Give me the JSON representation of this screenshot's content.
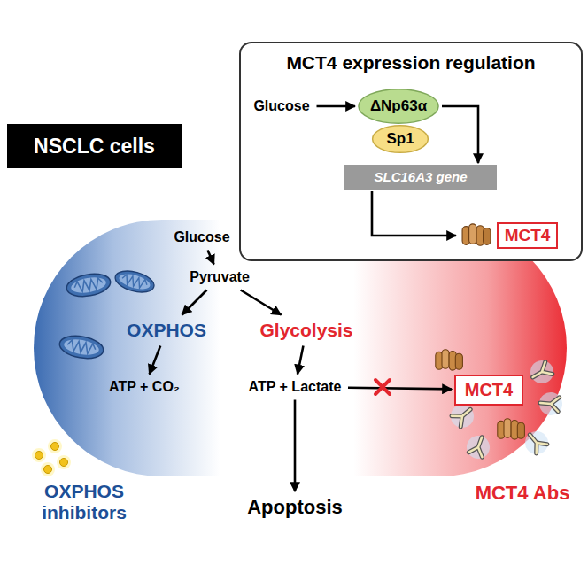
{
  "diagram": {
    "nodes": [
      {
        "text": [
          "NSCLC cells"
        ]
      },
      {
        "text": [
          "MCT4 expression regulation"
        ]
      },
      {
        "text": [
          "Glucose"
        ],
        "in": 1
      },
      {
        "text": [
          "ΔNp63α"
        ],
        "in": 1
      },
      {
        "text": [
          "Sp1"
        ],
        "in": 1
      },
      {
        "text": [
          "SLC16A3 gene"
        ],
        "in": 1
      },
      {
        "text": [
          "MCT4"
        ],
        "in": 1
      },
      {
        "text": [
          "Glucose"
        ]
      },
      {
        "text": [
          "Pyruvate"
        ]
      },
      {
        "text": [
          "OXPHOS"
        ]
      },
      {
        "text": [
          "Glycolysis"
        ]
      },
      {
        "text": [
          "ATP + CO₂"
        ]
      },
      {
        "text": [
          "ATP + Lactate"
        ]
      },
      {
        "text": [
          "Apoptosis"
        ]
      },
      {
        "text": [
          "MCT4"
        ]
      },
      {
        "text": [
          "OXPHOS inhibitors"
        ]
      },
      {
        "text": [
          "MCT4 Abs"
        ]
      }
    ],
    "edges": [
      {
        "from": 2,
        "to": 3,
        "arrow": "to"
      },
      {
        "from": 3,
        "to": 5,
        "arrow": "to"
      },
      {
        "from": 5,
        "to": 6,
        "arrow": "to"
      },
      {
        "from": 7,
        "to": 8,
        "arrow": "to"
      },
      {
        "from": 8,
        "to": 9,
        "arrow": "to"
      },
      {
        "from": 8,
        "to": 10,
        "arrow": "to"
      },
      {
        "from": 9,
        "to": 11,
        "arrow": "to"
      },
      {
        "from": 10,
        "to": 12,
        "arrow": "to"
      },
      {
        "from": 12,
        "to": 14,
        "arrow": "to"
      },
      {
        "from": 12,
        "to": 13,
        "arrow": "to"
      }
    ]
  }
}
